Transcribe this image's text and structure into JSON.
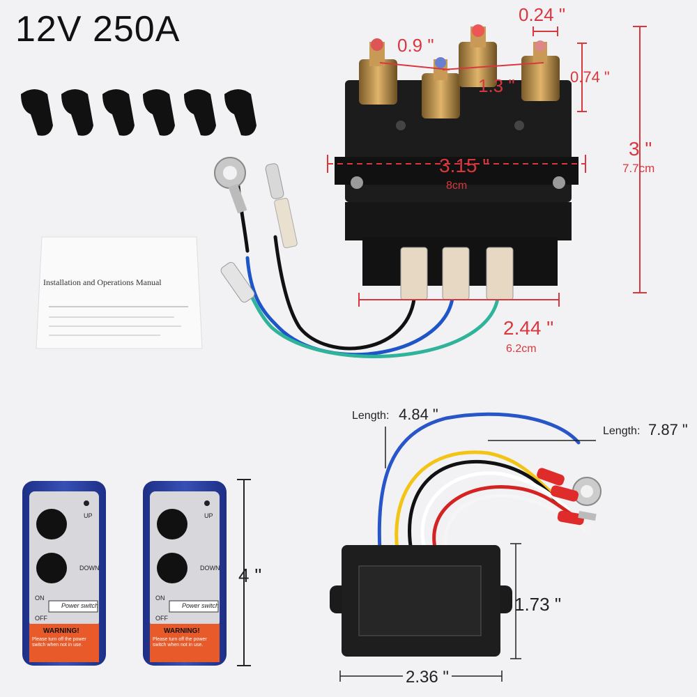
{
  "title": "12V 250A",
  "solenoid_dims": {
    "d1": "0.24 \"",
    "d2": "0.9 \"",
    "d3": "1.3 \"",
    "d4": "0.74 \"",
    "height_in": "3 \"",
    "height_cm": "7.7cm",
    "width_in": "3.15 \"",
    "width_cm": "8cm",
    "bottom_in": "2.44 \"",
    "bottom_cm": "6.2cm"
  },
  "manual": {
    "heading": "Installation and Operations Manual"
  },
  "remote": {
    "up_label": "UP",
    "down_label": "DOWN",
    "on_label": "ON",
    "off_label": "OFF",
    "power_switch": "Power switch",
    "warning_title": "WARNING!",
    "warning_text": "Please turn off the power switch when not in use.",
    "height": "4 \""
  },
  "receiver": {
    "length_blue_label": "Length:",
    "length_blue_value": "4.84 \"",
    "length_wires_label": "Length:",
    "length_wires_value": "7.87 \"",
    "height": "1.73 \"",
    "width": "2.36 \""
  },
  "colors": {
    "dim_red": "#d9373e",
    "remote_blue": "#2b3f9e",
    "warning_orange": "#e85a2a",
    "solenoid_black": "#1b1b1b"
  }
}
